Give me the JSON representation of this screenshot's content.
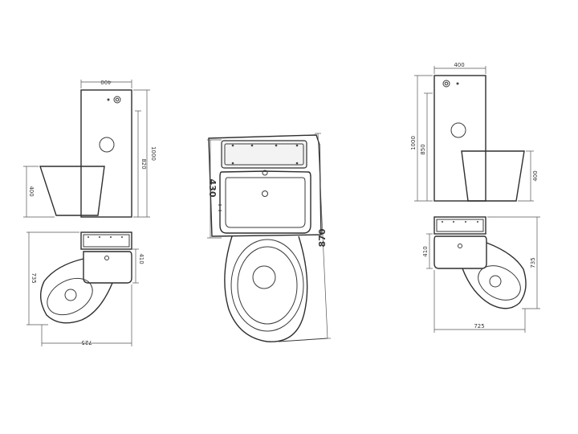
{
  "left_elevation": {
    "width": "400",
    "height_total": "1000",
    "height_tank": "820",
    "bowl_height": "400"
  },
  "left_plan": {
    "depth_basin": "410",
    "depth_total": "735",
    "width_total": "725"
  },
  "center_plan": {
    "basin_depth": "430",
    "total_depth": "870"
  },
  "right_elevation": {
    "width": "400",
    "height_total": "1000",
    "height_tank": "850",
    "bowl_height": "400"
  },
  "right_plan": {
    "depth_basin": "410",
    "depth_total": "735",
    "width_total": "725"
  },
  "colors": {
    "line": "#2e2e2e",
    "dimension": "#555555",
    "fill": "#f3f3f3"
  }
}
